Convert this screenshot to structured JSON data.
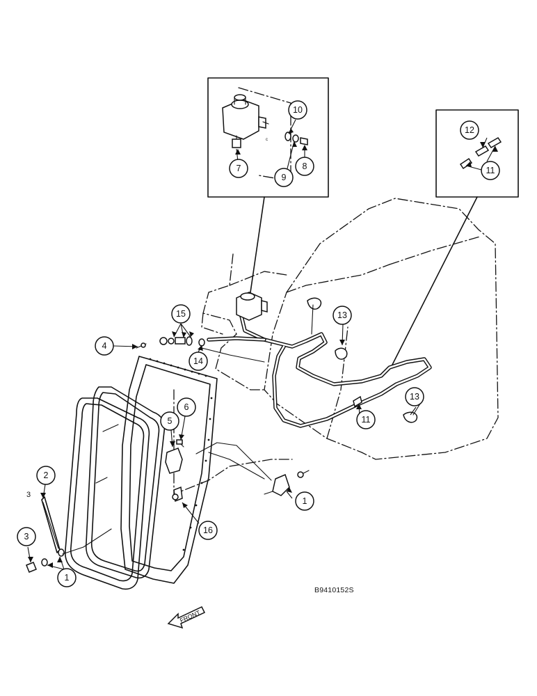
{
  "drawing_code": "B9410152S",
  "front_label": "FRONT",
  "callouts": {
    "c1a": "1",
    "c1b": "1",
    "c2": "2",
    "c3a": "3",
    "c3b": "3",
    "c4": "4",
    "c5": "5",
    "c6": "6",
    "c7": "7",
    "c8": "8",
    "c9": "9",
    "c10": "10",
    "c11a": "11",
    "c11b": "11",
    "c12": "12",
    "c13a": "13",
    "c13b": "13",
    "c14": "14",
    "c15": "15",
    "c16": "16"
  }
}
